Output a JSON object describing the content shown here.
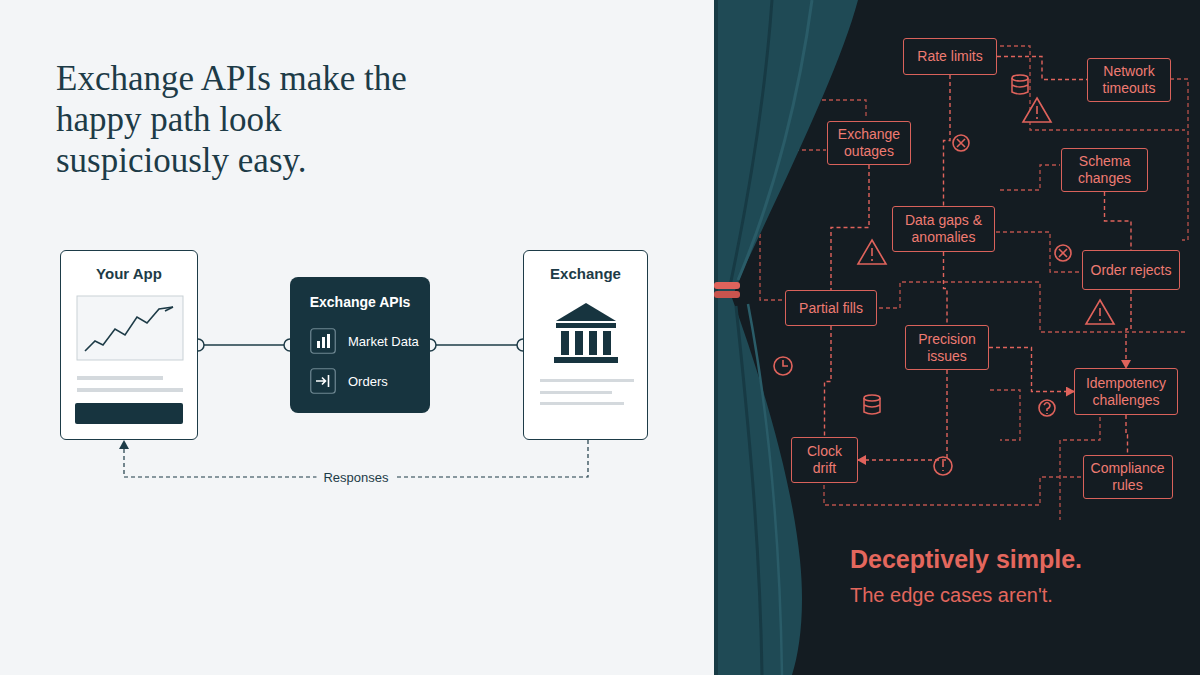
{
  "diagram": {
    "title": "Exchange APIs make the happy path look suspiciously easy.",
    "nodes": [
      {
        "text": [
          "Your App"
        ]
      },
      {
        "text": [
          "Exchange APIs"
        ]
      },
      {
        "text": [
          "Market Data"
        ],
        "in": 1
      },
      {
        "text": [
          "Orders"
        ],
        "in": 1
      },
      {
        "text": [
          "Exchange"
        ]
      },
      {
        "text": [
          "Rate limits"
        ]
      },
      {
        "text": [
          "Network timeouts"
        ]
      },
      {
        "text": [
          "Exchange outages"
        ]
      },
      {
        "text": [
          "Schema changes"
        ]
      },
      {
        "text": [
          "Data gaps & anomalies"
        ]
      },
      {
        "text": [
          "Order rejects"
        ]
      },
      {
        "text": [
          "Partial fills"
        ]
      },
      {
        "text": [
          "Precision issues"
        ]
      },
      {
        "text": [
          "Idempotency challenges"
        ]
      },
      {
        "text": [
          "Clock drift"
        ]
      },
      {
        "text": [
          "Compliance rules"
        ]
      }
    ],
    "edges": [
      {
        "from": 0,
        "to": 1,
        "arrow": "none"
      },
      {
        "from": 1,
        "to": 4,
        "arrow": "none"
      },
      {
        "from": 4,
        "to": 0,
        "label": "Responses",
        "arrow": "to"
      },
      {
        "from": 5,
        "to": 6,
        "arrow": "none"
      },
      {
        "from": 5,
        "to": 9,
        "arrow": "none"
      },
      {
        "from": 7,
        "to": 11,
        "arrow": "none"
      },
      {
        "from": 8,
        "to": 10,
        "arrow": "none"
      },
      {
        "from": 9,
        "to": 12,
        "arrow": "none"
      },
      {
        "from": 10,
        "to": 13,
        "arrow": "to"
      },
      {
        "from": 11,
        "to": 14,
        "arrow": "none"
      },
      {
        "from": 12,
        "to": 14,
        "arrow": "to"
      },
      {
        "from": 12,
        "to": 13,
        "arrow": "to"
      },
      {
        "from": 13,
        "to": 15,
        "arrow": "none"
      }
    ],
    "labels": [
      "Deceptively simple.",
      "The edge cases aren't."
    ]
  }
}
